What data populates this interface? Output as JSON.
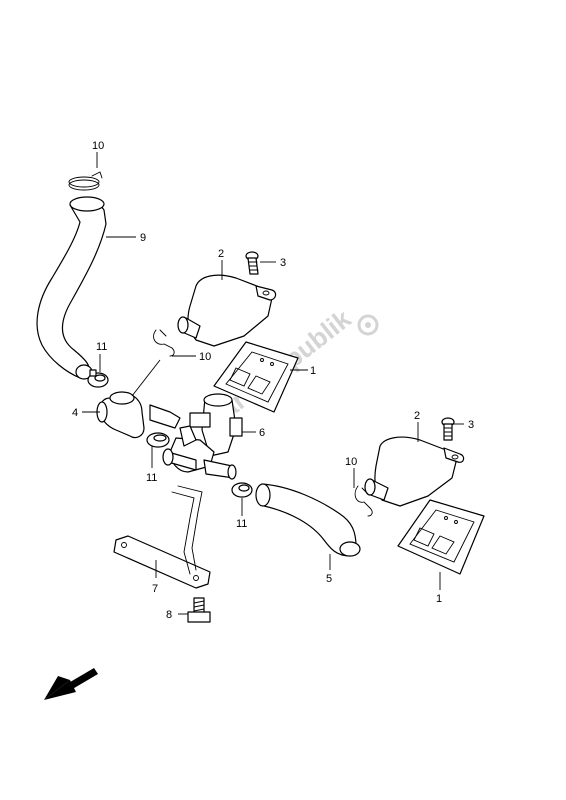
{
  "watermark": "PartsRepublik",
  "callouts": {
    "c10a": "10",
    "c9": "9",
    "c2a": "2",
    "c3a": "3",
    "c10b": "10",
    "c11a": "11",
    "c1a": "1",
    "c4": "4",
    "c6": "6",
    "c11b": "11",
    "c2b": "2",
    "c3b": "3",
    "c10c": "10",
    "c11c": "11",
    "c7": "7",
    "c5": "5",
    "c1b": "1",
    "c8": "8"
  },
  "icons": {
    "direction": "direction-arrow-icon"
  }
}
